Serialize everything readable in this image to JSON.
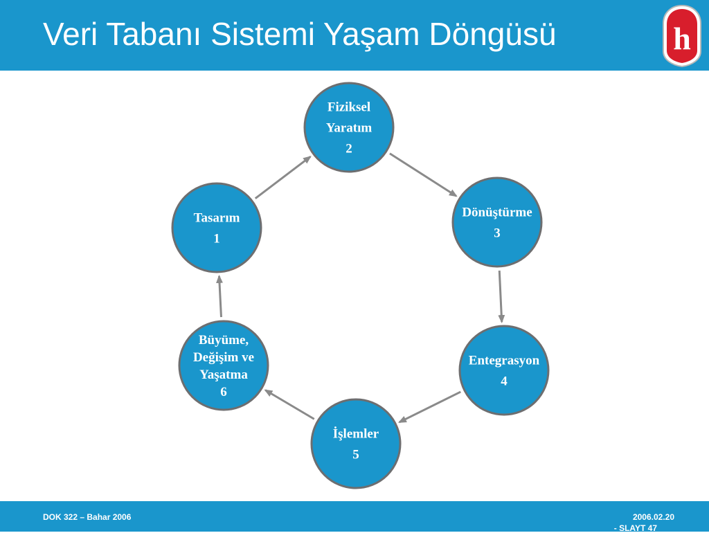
{
  "header": {
    "title": "Veri Tabanı Sistemi Yaşam Döngüsü",
    "logo_icon": "university-h-logo",
    "logo_letter": "h"
  },
  "colors": {
    "header_bg": "#1a96cc",
    "node_fill": "#1a96cc",
    "node_border": "#6d6e70",
    "arrow": "#8a8a8a",
    "logo_red": "#d81e2c"
  },
  "nodes": [
    {
      "id": "tasarim",
      "lines": [
        "Tasarım",
        "1"
      ]
    },
    {
      "id": "fiziksel",
      "lines": [
        "Fiziksel",
        "Yaratım",
        "2"
      ]
    },
    {
      "id": "donusturme",
      "lines": [
        "Dönüştürme",
        "3"
      ]
    },
    {
      "id": "entegrasyon",
      "lines": [
        "Entegrasyon",
        "4"
      ]
    },
    {
      "id": "islemler",
      "lines": [
        "İşlemler",
        "5"
      ]
    },
    {
      "id": "buyume",
      "lines": [
        "Büyüme,",
        "Değişim ve",
        "Yaşatma",
        "6"
      ]
    }
  ],
  "edges": [
    {
      "from": "tasarim",
      "to": "fiziksel"
    },
    {
      "from": "fiziksel",
      "to": "donusturme"
    },
    {
      "from": "donusturme",
      "to": "entegrasyon"
    },
    {
      "from": "entegrasyon",
      "to": "islemler"
    },
    {
      "from": "islemler",
      "to": "buyume"
    },
    {
      "from": "buyume",
      "to": "tasarim"
    }
  ],
  "footer": {
    "course": "DOK 322 – Bahar 2006",
    "date": "2006.02.20",
    "slide": "- SLAYT 47"
  }
}
